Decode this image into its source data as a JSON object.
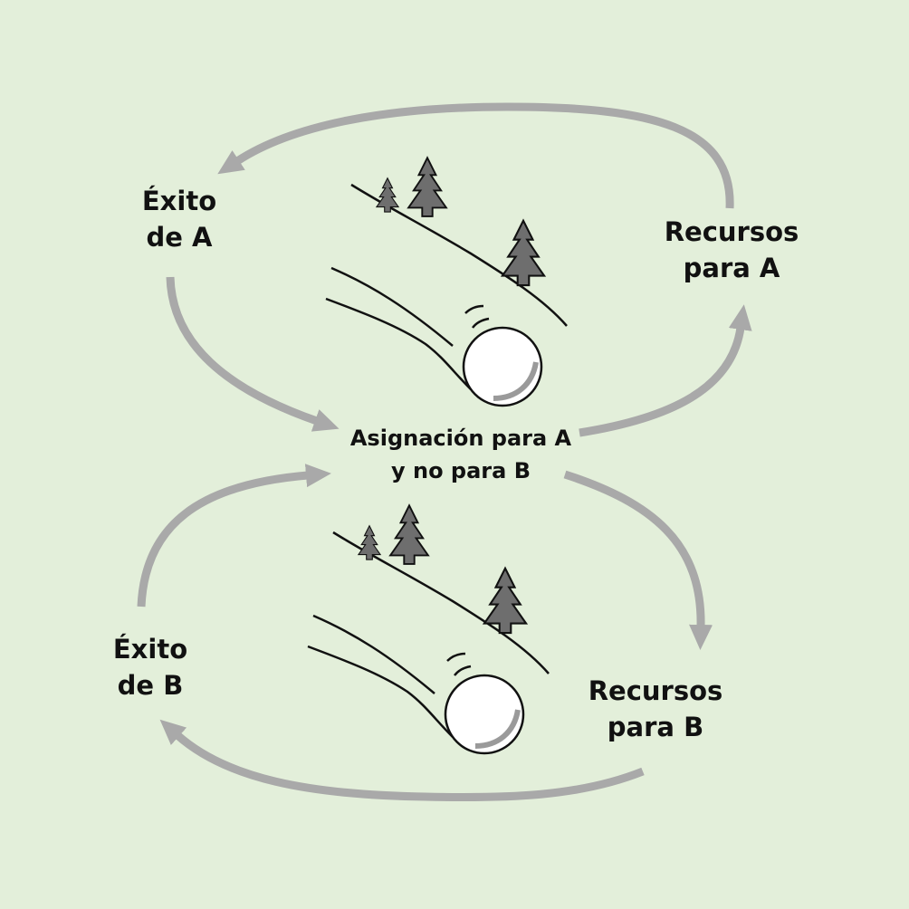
{
  "nodes": {
    "exito_a": {
      "line1": "Éxito",
      "line2": "de A"
    },
    "recursos_a": {
      "line1": "Recursos",
      "line2": "para A"
    },
    "asignacion": {
      "line1": "Asignación para A",
      "line2": "y no para B"
    },
    "exito_b": {
      "line1": "Éxito",
      "line2": "de B"
    },
    "recursos_b": {
      "line1": "Recursos",
      "line2": "para B"
    }
  },
  "arrows": [
    {
      "from": "recursos_a",
      "to": "exito_a"
    },
    {
      "from": "exito_a",
      "to": "asignacion"
    },
    {
      "from": "asignacion",
      "to": "recursos_a"
    },
    {
      "from": "asignacion",
      "to": "recursos_b"
    },
    {
      "from": "recursos_b",
      "to": "exito_b"
    },
    {
      "from": "exito_b",
      "to": "asignacion"
    }
  ],
  "illustrations": [
    "snowball-rolling-downhill",
    "snowball-rolling-downhill"
  ],
  "colors": {
    "background": "#e3efda",
    "arrow": "#a9a9a9",
    "text": "#111111",
    "tree": "#6e6e6e"
  }
}
